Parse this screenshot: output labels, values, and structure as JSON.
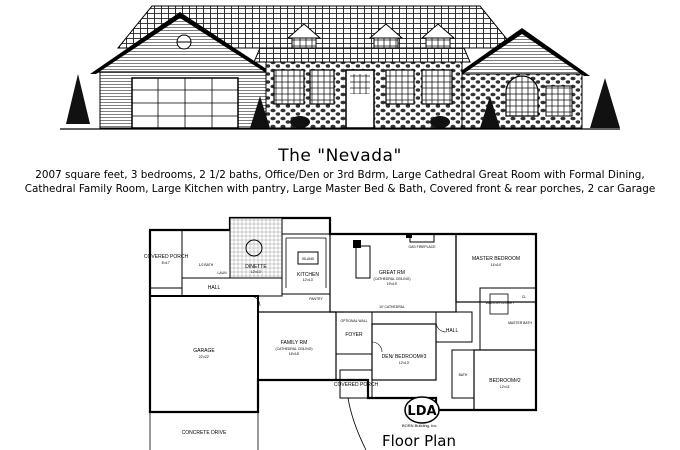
{
  "plan_name": "The \"Nevada\"",
  "description_line1": "2007 square feet, 3 bedrooms, 2 1/2 baths, Office/Den or 3rd Bdrm, Large Cathedral Great Room with Formal Dining,",
  "description_line2": "Cathedral Family Room, Large Kitchen with pantry, Large Master Bed & Bath, Covered front & rear porches, 2 car Garage",
  "floor_plan_label": "Floor Plan",
  "logo_text": "LDA",
  "company_text": "BORN Building, Inc.",
  "rooms": {
    "covered_porch_rear": "COVERED PORCH",
    "rear_porch_dims": "8'x17'",
    "dinette": "DINETTE",
    "dinette_dims": "12'x13'",
    "kitchen": "KITCHEN",
    "kitchen_dims": "12'x13'",
    "island": "ISLAND",
    "hall_left": "HALL",
    "pantry": "PANTRY",
    "great_room": "GREAT RM",
    "great_room_note": "(CATHEDRAL CEILING)",
    "great_room_dims": "19'x19'",
    "fireplace": "GAS FIREPLACE",
    "master_bedroom": "MASTER BEDROOM",
    "master_dims": "14'x14'",
    "master_bath": "MASTER BATH",
    "walk_in_closet": "WALK-IN CLOSET",
    "closet": "CL",
    "hall_center": "HALL",
    "garage": "GARAGE",
    "garage_dims": "22'x22'",
    "family_room": "FAMILY RM",
    "family_room_note": "(CATHEDRAL CEILING)",
    "family_room_dims": "16'x18'",
    "foyer": "FOYER",
    "den": "DEN/ BEDROOM#3",
    "den_dims": "12'x13'",
    "bath": "BATH",
    "bedroom2": "BEDROOM#2",
    "bedroom2_dims": "12'x11'",
    "covered_porch_front": "COVERED PORCH",
    "driveway": "CONCRETE DRIVE",
    "laundry": "LAUN",
    "half_bath": "1/2 BATH",
    "optional_wall": "OPTIONAL WALL",
    "cathedral_note": "10' CATHEDRAL"
  },
  "colors": {
    "ink": "#000000",
    "paper": "#ffffff",
    "roof": "#3a3a3a"
  }
}
